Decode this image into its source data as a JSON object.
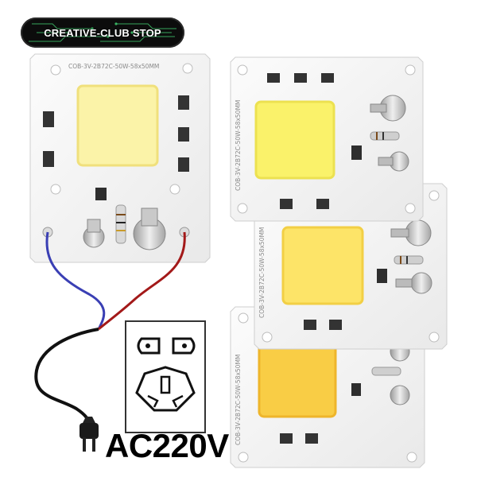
{
  "badge": {
    "text": "CREATIVE-CLUB STOP"
  },
  "boards": [
    {
      "silkscreen": "COB-3V-2B72C-50W-58x50MM",
      "led_color": "#fbf3a8",
      "led_edge": "#f0e07c"
    },
    {
      "silkscreen": "COB-3V-2B72C-50W-58x50MM",
      "led_color": "#faf26a",
      "led_edge": "#ece150"
    },
    {
      "silkscreen": "COB-3V-2B72C-50W-58x50MM",
      "led_color": "#fde468",
      "led_edge": "#f2cf45"
    },
    {
      "silkscreen": "COB-3V-2B72C-50W-58x50MM",
      "led_color": "#f9cd45",
      "led_edge": "#eeb52b"
    }
  ],
  "wires": {
    "blue": "#3a3fb4",
    "red": "#a31919",
    "black": "#111111"
  },
  "voltage_label": "AC220V"
}
